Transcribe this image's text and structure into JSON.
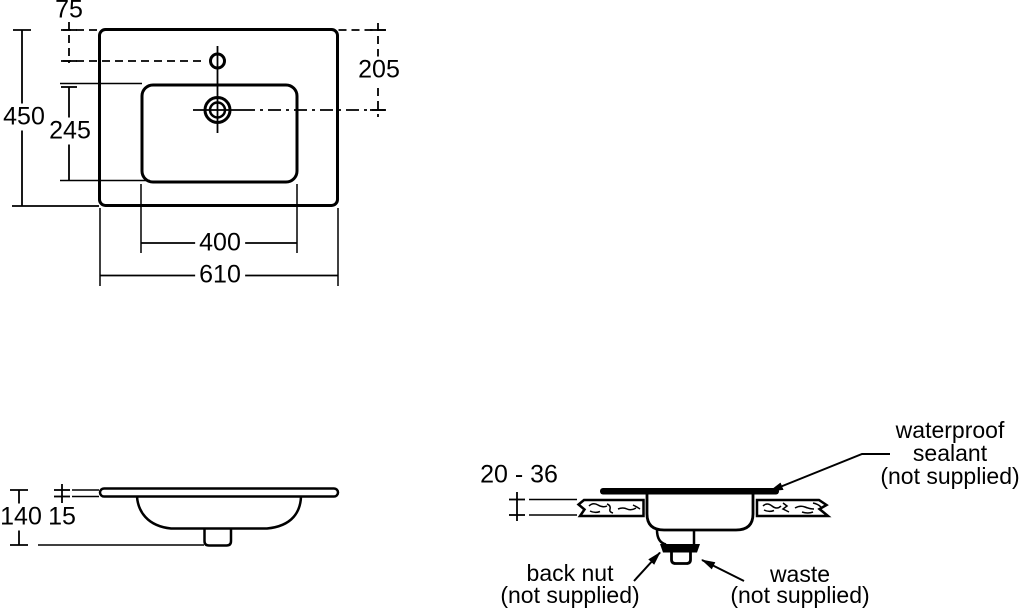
{
  "page": {
    "background": "#ffffff",
    "line_color": "#000000"
  },
  "top_view": {
    "description": "basin plan view",
    "dims": {
      "tap_hole_offset": "75",
      "overall_depth": "450",
      "bowl_depth": "245",
      "waste_offset": "205",
      "bowl_width": "400",
      "overall_width": "610"
    }
  },
  "side_view": {
    "description": "basin side elevation",
    "dims": {
      "overall_height": "140",
      "rim_thickness": "15"
    }
  },
  "installation_view": {
    "description": "counter-top installation section",
    "dims": {
      "counter_thickness_range": "20 - 36"
    },
    "labels": {
      "sealant_line1": "waterproof",
      "sealant_line2": "sealant",
      "sealant_line3": "(not supplied)",
      "back_nut_line1": "back nut",
      "back_nut_line2": "(not supplied)",
      "waste_line1": "waste",
      "waste_line2": "(not supplied)"
    }
  }
}
